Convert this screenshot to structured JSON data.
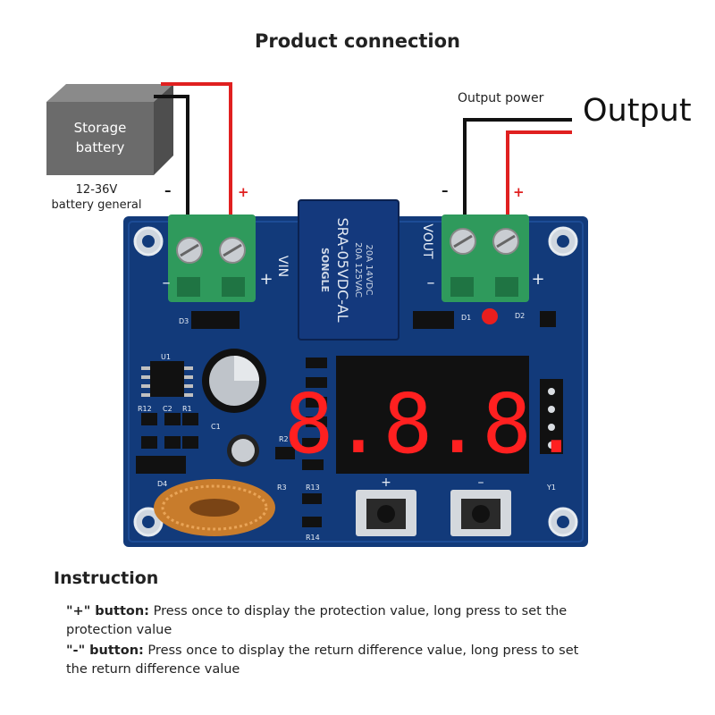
{
  "title": "Product connection",
  "battery": {
    "line1": "Storage",
    "line2": "battery",
    "note_line1": "12-36V",
    "note_line2": "battery general",
    "minus": "–",
    "plus": "+"
  },
  "output": {
    "label": "Output power",
    "handwritten": "Output",
    "minus": "–",
    "plus": "+"
  },
  "board": {
    "vin": "VIN",
    "vout": "VOUT",
    "relay_line1": "20A 14VDC",
    "relay_line2": "20A 125VAC",
    "relay_model": "SRA-05VDC-AL",
    "relay_brand": "SONGLE",
    "display": "8.8.8.",
    "labels": [
      "U1",
      "R12",
      "C2",
      "R1",
      "C1",
      "D1",
      "R2",
      "R3",
      "R13",
      "R14",
      "D2",
      "Y1",
      "D3",
      "D4"
    ]
  },
  "instruction": {
    "title": "Instruction",
    "plus_key": "\"+\" button:",
    "plus_text": " Press once to display the protection value, long press to set the",
    "plus_text2": "protection value",
    "minus_key": "\"-\" button:",
    "minus_text": " Press once to display the return difference value, long press to set",
    "minus_text2": "the return difference value"
  },
  "colors": {
    "pcb": "#123a7a",
    "terminal": "#2f9a5c",
    "wire_red": "#e02020",
    "wire_black": "#111111",
    "display_red": "#ff2020"
  }
}
